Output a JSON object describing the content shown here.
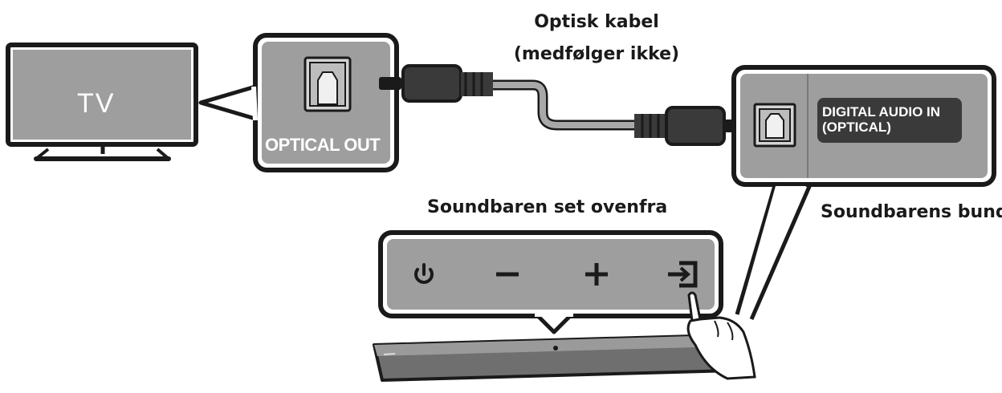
{
  "cable": {
    "line1": "Optisk kabel",
    "line2": "(medfølger ikke)"
  },
  "tv": {
    "label": "TV"
  },
  "tv_port": {
    "label": "OPTICAL OUT"
  },
  "soundbar_port": {
    "line1": "DIGITAL AUDIO IN",
    "line2": "(OPTICAL)"
  },
  "views": {
    "top": "Soundbaren set ovenfra",
    "bottom": "Soundbarens bund"
  },
  "buttons": [
    {
      "name": "power-icon",
      "glyph": "power"
    },
    {
      "name": "minus-icon",
      "glyph": "–"
    },
    {
      "name": "plus-icon",
      "glyph": "+"
    },
    {
      "name": "source-icon",
      "glyph": "source"
    }
  ],
  "colors": {
    "panel": "#9e9e9e",
    "dark": "#3a3a3a",
    "cable": "#a8a8a8",
    "outline": "#1a1a1a"
  }
}
